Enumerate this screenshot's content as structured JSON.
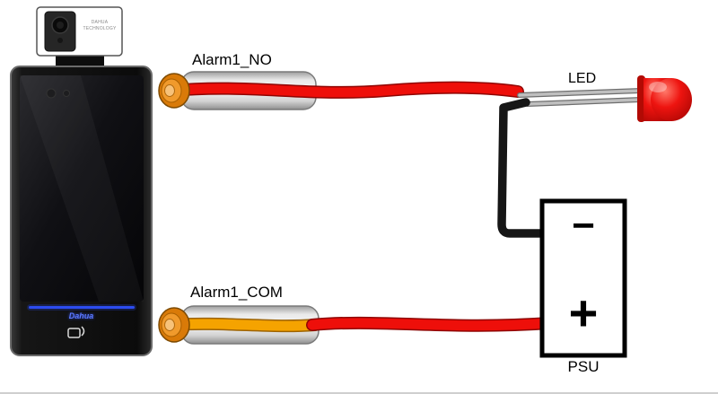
{
  "diagram": {
    "device": {
      "camera_brand": "DAHUA TECHNOLOGY",
      "logo": "Dahua"
    },
    "labels": {
      "alarm1_no": "Alarm1_NO",
      "alarm1_com": "Alarm1_COM",
      "led": "LED",
      "psu": "PSU",
      "psu_minus": "−",
      "psu_plus": "+"
    },
    "colors": {
      "wire_red": "#ee0f0a",
      "wire_red_outline": "#8f0503",
      "wire_orange": "#f5a300",
      "wire_orange_outline": "#9c6200",
      "wire_black": "#161616",
      "ferrule_orange": "#d97a08",
      "sleeve_gray": "#d9d9d9",
      "led_red": "#d50b06",
      "device_accent_blue": "#3d5bff"
    },
    "connections": [
      {
        "from": "Alarm1_NO",
        "to": "LED"
      },
      {
        "from": "LED",
        "to": "PSU −"
      },
      {
        "from": "Alarm1_COM",
        "to": "PSU +"
      }
    ]
  }
}
